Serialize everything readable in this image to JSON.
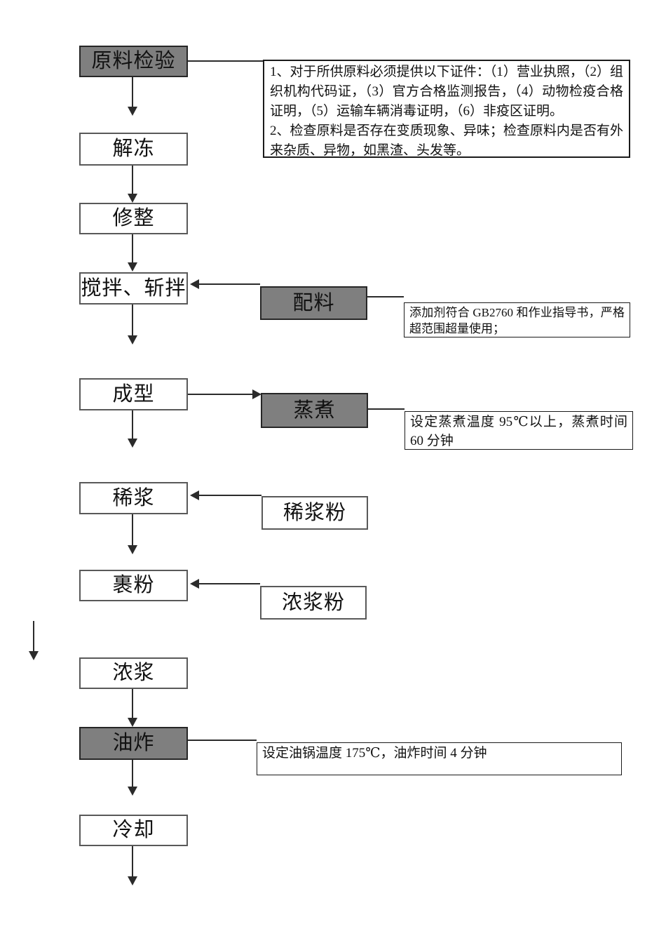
{
  "diagram": {
    "type": "process-flowchart",
    "nodes": {
      "raw_material_inspection": "原料检验",
      "thawing": "解冻",
      "trimming": "修整",
      "mixing_chopping": "搅拌、斩拌",
      "forming": "成型",
      "thin_batter": "稀浆",
      "breading": "裹粉",
      "thick_batter": "浓浆",
      "frying": "油炸",
      "cooling": "冷却",
      "ingredients": "配料",
      "steaming": "蒸煮",
      "thin_batter_powder": "稀浆粉",
      "thick_batter_powder": "浓浆粉"
    },
    "annotations": {
      "raw_material_requirements": {
        "p1": "1、对于所供原料必须提供以下证件：（1）营业执照，（2）组织机构代码证，（3）官方合格监测报告，（4）动物检疫合格证明，（5）运输车辆消毒证明，（6）非疫区证明。",
        "p2": "2、检查原料是否存在变质现象、异味；检查原料内是否有外来杂质、异物，如黑渣、头发等。"
      },
      "additive_rule": "添加剂符合 GB2760 和作业指导书，严格超范围超量使用；",
      "steaming_params": "设定蒸煮温度 95℃以上，蒸煮时间 60 分钟",
      "frying_params": "设定油锅温度 175℃，油炸时间 4 分钟"
    },
    "colors": {
      "highlight_fill": "#7f7f7f",
      "box_background": "#ffffff",
      "line": "#2b2b2b"
    }
  }
}
